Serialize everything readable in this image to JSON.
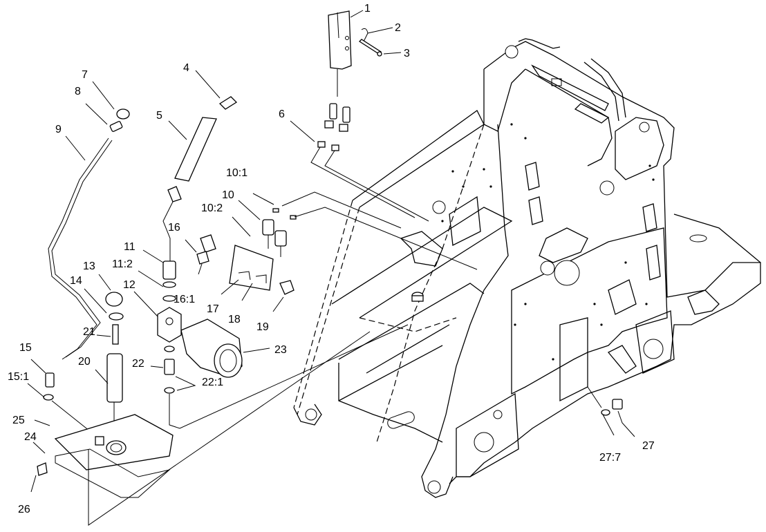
{
  "diagram": {
    "callouts": [
      {
        "id": "c1",
        "text": "1"
      },
      {
        "id": "c2",
        "text": "2"
      },
      {
        "id": "c3",
        "text": "3"
      },
      {
        "id": "c4",
        "text": "4"
      },
      {
        "id": "c5",
        "text": "5"
      },
      {
        "id": "c6",
        "text": "6"
      },
      {
        "id": "c7",
        "text": "7"
      },
      {
        "id": "c8",
        "text": "8"
      },
      {
        "id": "c9",
        "text": "9"
      },
      {
        "id": "c10_1",
        "text": "10:1"
      },
      {
        "id": "c10",
        "text": "10"
      },
      {
        "id": "c10_2",
        "text": "10:2"
      },
      {
        "id": "c11",
        "text": "11"
      },
      {
        "id": "c11_2",
        "text": "11:2"
      },
      {
        "id": "c12",
        "text": "12"
      },
      {
        "id": "c13",
        "text": "13"
      },
      {
        "id": "c14",
        "text": "14"
      },
      {
        "id": "c15",
        "text": "15"
      },
      {
        "id": "c15_1",
        "text": "15:1"
      },
      {
        "id": "c16",
        "text": "16"
      },
      {
        "id": "c16_1",
        "text": "16:1"
      },
      {
        "id": "c17",
        "text": "17"
      },
      {
        "id": "c18",
        "text": "18"
      },
      {
        "id": "c19",
        "text": "19"
      },
      {
        "id": "c20",
        "text": "20"
      },
      {
        "id": "c21",
        "text": "21"
      },
      {
        "id": "c22",
        "text": "22"
      },
      {
        "id": "c22_1",
        "text": "22:1"
      },
      {
        "id": "c23",
        "text": "23"
      },
      {
        "id": "c24",
        "text": "24"
      },
      {
        "id": "c25",
        "text": "25"
      },
      {
        "id": "c26",
        "text": "26"
      },
      {
        "id": "c27",
        "text": "27"
      },
      {
        "id": "c27_7",
        "text": "27:7"
      }
    ]
  }
}
